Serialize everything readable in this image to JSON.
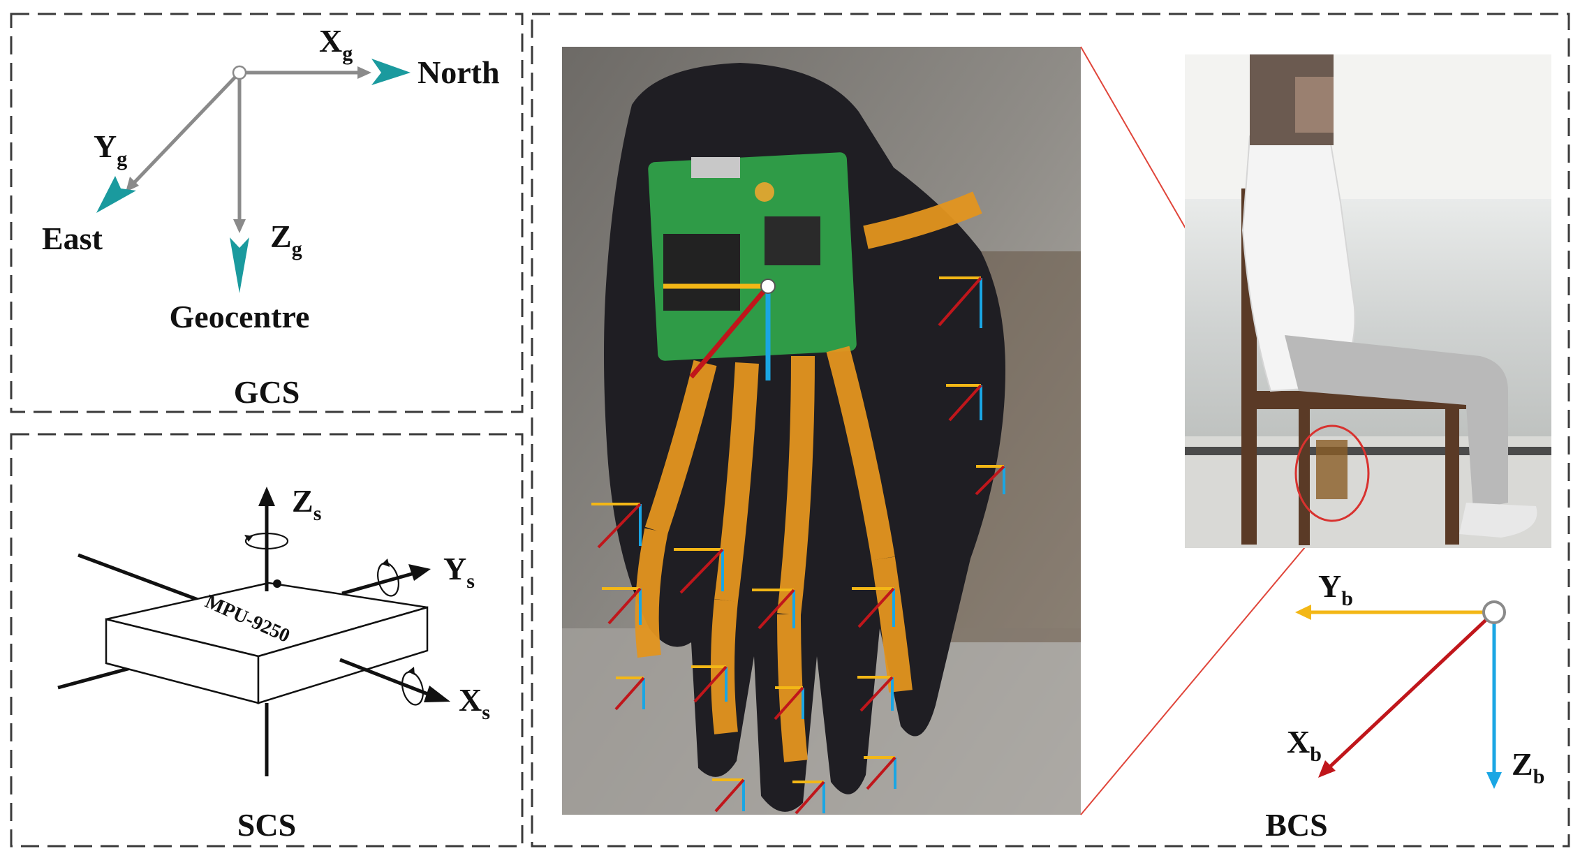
{
  "panels": {
    "gcs": {
      "caption": "GCS",
      "x_axis": {
        "main": "X",
        "sub": "g"
      },
      "y_axis": {
        "main": "Y",
        "sub": "g"
      },
      "z_axis": {
        "main": "Z",
        "sub": "g"
      },
      "north_label": "North",
      "east_label": "East",
      "down_label": "Geocentre"
    },
    "scs": {
      "caption": "SCS",
      "chip_label": "MPU-9250",
      "x_axis": {
        "main": "X",
        "sub": "s"
      },
      "y_axis": {
        "main": "Y",
        "sub": "s"
      },
      "z_axis": {
        "main": "Z",
        "sub": "s"
      }
    },
    "bcs": {
      "caption": "BCS",
      "x_axis": {
        "main": "X",
        "sub": "b"
      },
      "y_axis": {
        "main": "Y",
        "sub": "b"
      },
      "z_axis": {
        "main": "Z",
        "sub": "b"
      }
    }
  },
  "colors": {
    "axis_x": "#c0161b",
    "axis_y": "#f3b716",
    "axis_z": "#1aa6e4",
    "gcs_arrow": "#8a8a8a",
    "gcs_head": "#1a9a9e",
    "dash": "#3a3a3a",
    "zoom_line": "#e0453a"
  }
}
